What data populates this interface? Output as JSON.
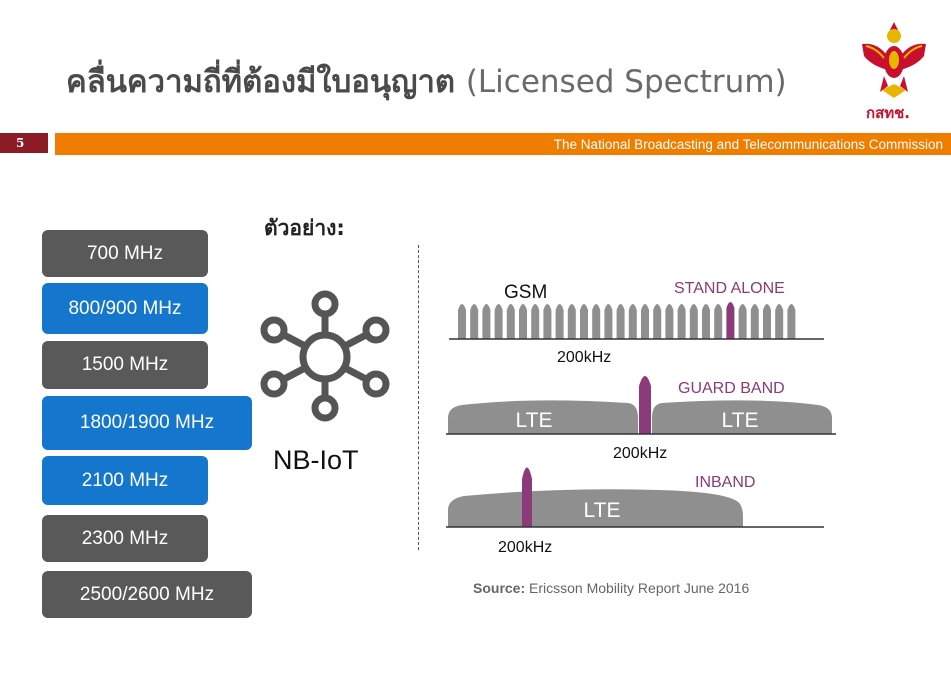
{
  "header": {
    "title_thai": "คลื่นความถี่ที่ต้องมีใบอนุญาต",
    "title_english": "(Licensed Spectrum)",
    "page_number": "5",
    "banner_text": "The National Broadcasting and Telecommunications Commission",
    "logo_text": "กสทช."
  },
  "bands": [
    {
      "label": "700 MHz",
      "style": "gray"
    },
    {
      "label": "800/900 MHz",
      "style": "blue"
    },
    {
      "label": "1500 MHz",
      "style": "gray"
    },
    {
      "label": "1800/1900 MHz",
      "style": "blue"
    },
    {
      "label": "2100 MHz",
      "style": "blue"
    },
    {
      "label": "2300 MHz",
      "style": "gray"
    },
    {
      "label": "2500/2600 MHz",
      "style": "gray"
    }
  ],
  "example": {
    "heading": "ตัวอย่าง:",
    "technology": "NB-IoT",
    "icon": "network-hub-icon"
  },
  "diagram": {
    "gsm_label": "GSM",
    "standalone_label": "STAND ALONE",
    "guardband_label": "GUARD BAND",
    "inband_label": "INBAND",
    "lte_label": "LTE",
    "bandwidth_label": "200kHz"
  },
  "source": {
    "prefix": "Source:",
    "text": "Ericsson Mobility Report June 2016"
  },
  "colors": {
    "orange": "#ef7d00",
    "maroon": "#8b1c26",
    "blue": "#1476cc",
    "gray": "#595959",
    "purple": "#8b3a7a",
    "logo_red": "#c8102e"
  }
}
